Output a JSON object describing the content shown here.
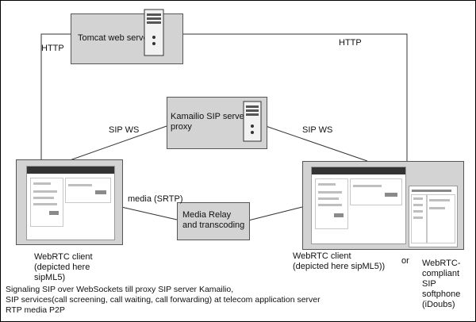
{
  "nodes": {
    "tomcat": "Tomcat web server",
    "kamailio": "Kamailio SIP server as proxy",
    "media_relay": "Media Relay and transcoding",
    "client_left": "WebRTC client (depicted here sipML5)",
    "client_right": "WebRTC client (depicted here sipML5))",
    "or": "or",
    "softphone": "WebRTC-compliant SIP softphone (iDoubs)"
  },
  "edges": {
    "http_left": "HTTP",
    "http_right": "HTTP",
    "sipws_left": "SIP WS",
    "sipws_right": "SIP WS",
    "media": "media (SRTP)"
  },
  "notes": [
    "Signaling SIP over WebSockets till proxy SIP server Kamailio,",
    "SIP services(call screening, call waiting, call forwarding) at telecom application server",
    "RTP media P2P"
  ],
  "icons": [
    "server-tower-icon",
    "browser-screenshot-icon",
    "phone-screenshot-icon"
  ]
}
